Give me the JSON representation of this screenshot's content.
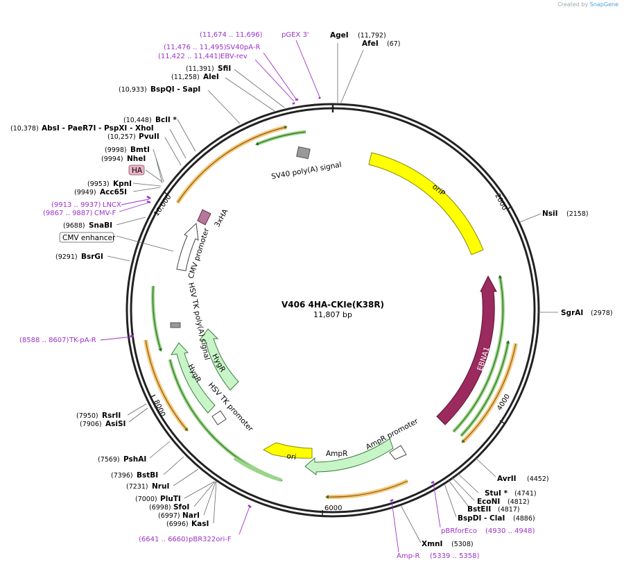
{
  "credit": {
    "prefix": "Created by",
    "brand": "SnapGene"
  },
  "plasmid": {
    "name": "V406 4HA-CKIe(K38R)",
    "length_text": "11,807 bp",
    "length": 11807
  },
  "ticks": [
    {
      "pos": 2000,
      "label": "2000"
    },
    {
      "pos": 4000,
      "label": "4000"
    },
    {
      "pos": 6000,
      "label": "6000"
    },
    {
      "pos": 8000,
      "label": "8000"
    },
    {
      "pos": 10000,
      "label": "10,000"
    }
  ],
  "sites": [
    {
      "name": "AgeI",
      "pos": "(11,792)"
    },
    {
      "name": "AfeI",
      "pos": "(67)"
    },
    {
      "name": "NsiI",
      "pos": "(2158)"
    },
    {
      "name": "SgrAI",
      "pos": "(2978)"
    },
    {
      "name": "AvrII",
      "pos": "(4452)"
    },
    {
      "name": "StuI *",
      "pos": "(4741)"
    },
    {
      "name": "EcoNI",
      "pos": "(4812)"
    },
    {
      "name": "BstEII",
      "pos": "(4817)"
    },
    {
      "name": "BspDI - ClaI",
      "pos": "(4886)"
    },
    {
      "name": "XmnI",
      "pos": "(5308)"
    },
    {
      "name": "KasI",
      "pos": "(6996)"
    },
    {
      "name": "NarI",
      "pos": "(6997)"
    },
    {
      "name": "SfoI",
      "pos": "(6998)"
    },
    {
      "name": "PluTI",
      "pos": "(7000)"
    },
    {
      "name": "NruI",
      "pos": "(7231)"
    },
    {
      "name": "BstBI",
      "pos": "(7396)"
    },
    {
      "name": "PshAI",
      "pos": "(7569)"
    },
    {
      "name": "AsiSI",
      "pos": "(7906)"
    },
    {
      "name": "RsrII",
      "pos": "(7950)"
    },
    {
      "name": "BsrGI",
      "pos": "(9291)"
    },
    {
      "name": "SnaBI",
      "pos": "(9688)"
    },
    {
      "name": "Acc65I",
      "pos": "(9949)"
    },
    {
      "name": "KpnI",
      "pos": "(9953)"
    },
    {
      "name": "NheI",
      "pos": "(9994)"
    },
    {
      "name": "BmtI",
      "pos": "(9998)"
    },
    {
      "name": "PvuII",
      "pos": "(10,257)"
    },
    {
      "name": "AbsI - PaeR7I - PspXI - XhoI",
      "pos": "(10,378)"
    },
    {
      "name": "BclI *",
      "pos": "(10,448)"
    },
    {
      "name": "BspQI - SapI",
      "pos": "(10,933)"
    },
    {
      "name": "AleI",
      "pos": "(11,258)"
    },
    {
      "name": "SfiI",
      "pos": "(11,391)"
    }
  ],
  "primers": [
    {
      "name": "pGEX 3'",
      "range": "(11,674 .. 11,696)"
    },
    {
      "name": "SV40pA-R",
      "range": "(11,476 .. 11,495)"
    },
    {
      "name": "EBV-rev",
      "range": "(11,422 .. 11,441)"
    },
    {
      "name": "LNCX",
      "range": "(9913 .. 9937)"
    },
    {
      "name": "CMV-F",
      "range": "(9867 .. 9887)"
    },
    {
      "name": "TK-pA-R",
      "range": "(8588 .. 8607)"
    },
    {
      "name": "pBR322ori-F",
      "range": "(6641 .. 6660)"
    },
    {
      "name": "Amp-R",
      "range": "(5339 .. 5358)"
    },
    {
      "name": "pBRforEco",
      "range": "(4930 .. 4948)"
    }
  ],
  "features": [
    {
      "name": "SV40 poly(A) signal"
    },
    {
      "name": "oriP"
    },
    {
      "name": "EBNA1"
    },
    {
      "name": "AmpR promoter"
    },
    {
      "name": "AmpR"
    },
    {
      "name": "ori"
    },
    {
      "name": "HSV TK promoter"
    },
    {
      "name": "HygR"
    },
    {
      "name": "HygR"
    },
    {
      "name": "HSV TK poly(A) signal"
    },
    {
      "name": "CMV promoter"
    },
    {
      "name": "3xHA"
    },
    {
      "name": "CMV enhancer"
    },
    {
      "name": "HA"
    }
  ],
  "colors": {
    "backbone": "#222222",
    "primer": "#9b30c8",
    "orf_green": "#2e8b1e",
    "orf_orange": "#f0b04a",
    "orip": "#ffff00",
    "ebna1": "#9b2a5f",
    "ampr": "#c8f5c8",
    "ori": "#ffff00",
    "ha": "#e8b4c4",
    "hygr": "#c8f5c8",
    "polya": "#999999"
  }
}
